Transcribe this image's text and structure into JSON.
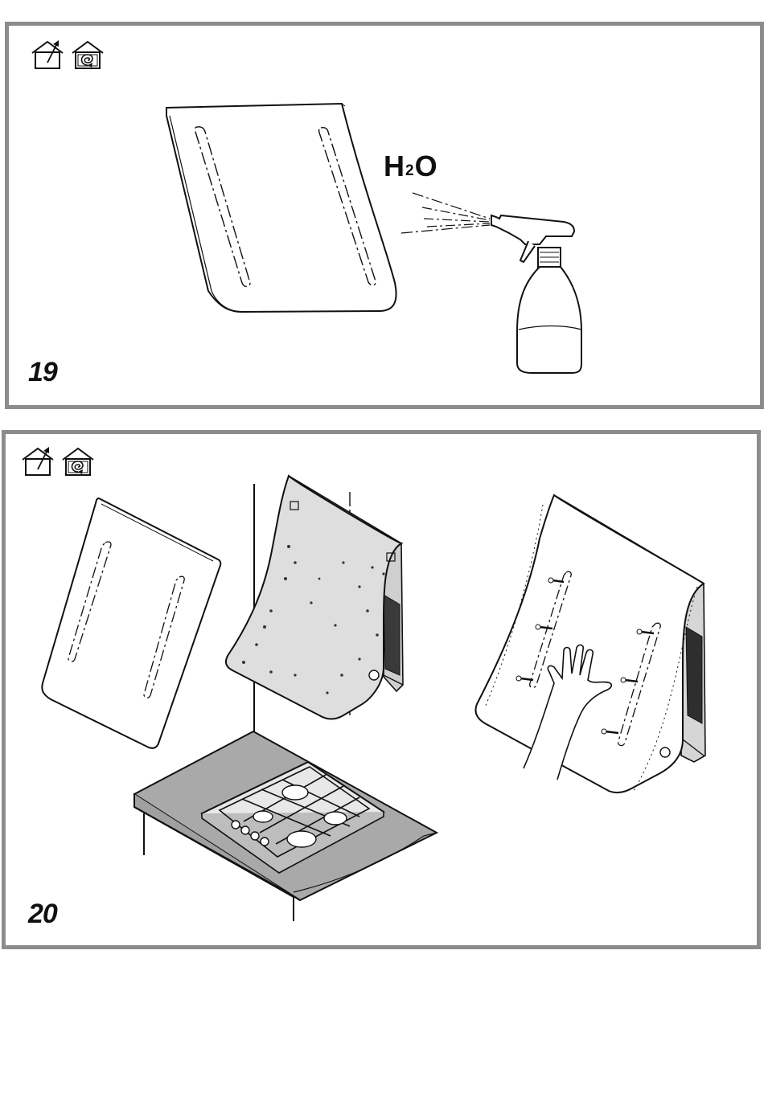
{
  "steps": [
    {
      "number": "19",
      "icons": [
        "ducted-mode-icon",
        "recirculation-mode-icon"
      ],
      "label": {
        "main_a": "H",
        "sub": "2",
        "main_b": "O"
      }
    },
    {
      "number": "20",
      "icons": [
        "ducted-mode-icon",
        "recirculation-mode-icon"
      ]
    }
  ],
  "colors": {
    "frame": "#8c8c8c",
    "line": "#111111",
    "fill_light": "#e4e4e4",
    "fill_gray": "#a9a9a9"
  }
}
